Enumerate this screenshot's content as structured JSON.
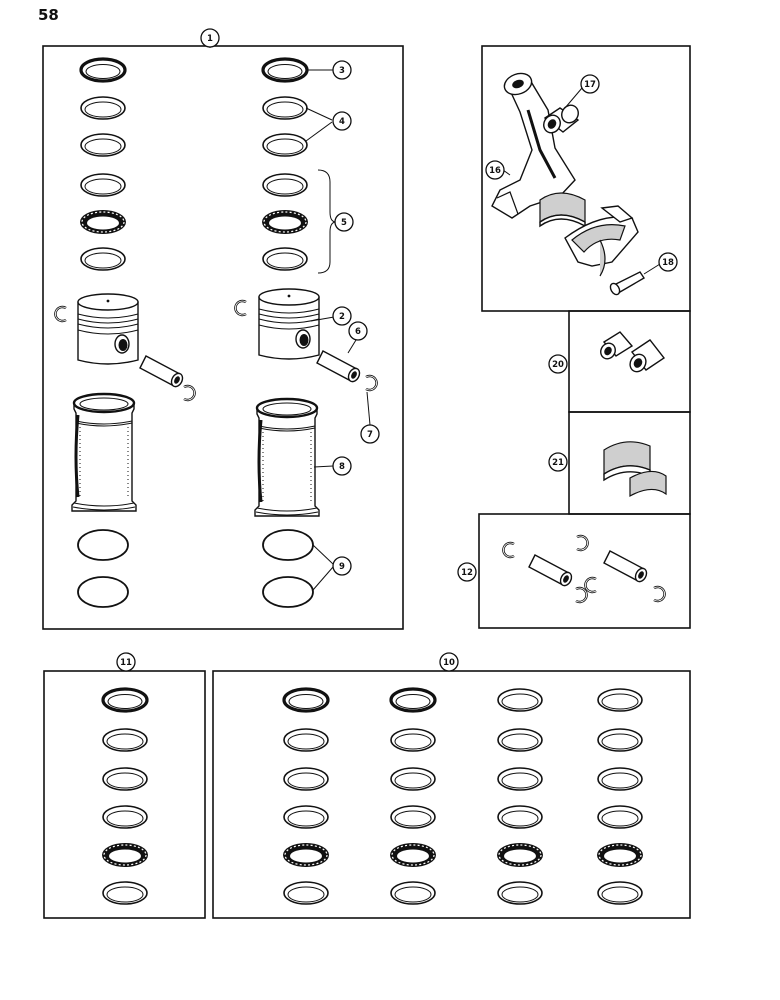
{
  "page_number": "58",
  "callouts": {
    "c1": "1",
    "c2": "2",
    "c3": "3",
    "c4": "4",
    "c5": "5",
    "c6": "6",
    "c7": "7",
    "c8": "8",
    "c9": "9",
    "c10": "10",
    "c11": "11",
    "c12": "12",
    "c16": "16",
    "c17": "17",
    "c18": "18",
    "c20": "20",
    "c21": "21"
  }
}
